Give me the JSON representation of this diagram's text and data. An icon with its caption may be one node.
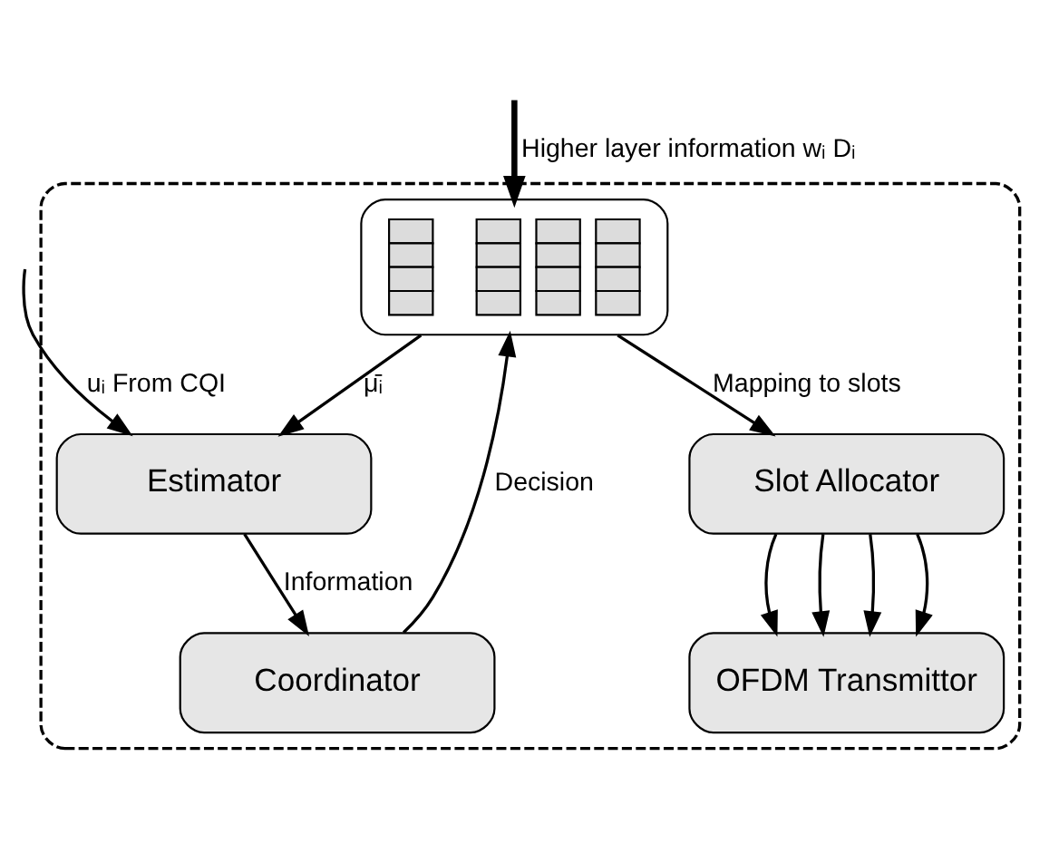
{
  "diagram": {
    "nodes": [
      {
        "text": [],
        "shape": "box"
      },
      {
        "text": [],
        "shape": "picture",
        "in": 0
      },
      {
        "text": [
          "Coordinator"
        ],
        "in": 0
      },
      {
        "text": [
          "Estimator"
        ],
        "in": 0
      },
      {
        "text": [
          "Slot Allocator"
        ],
        "in": 0
      },
      {
        "text": [
          "OFDM Transmittor"
        ],
        "in": 0
      }
    ],
    "edges": [
      {
        "from": null,
        "to": 1,
        "arrow": "to",
        "label": "Higher layer information wᵢ Dᵢ",
        "style": "thick"
      },
      {
        "from": 1,
        "to": 3,
        "arrow": "to",
        "label": "μ̄ᵢ"
      },
      {
        "from": 2,
        "to": 1,
        "arrow": "to",
        "label": "Decision"
      },
      {
        "from": 3,
        "to": 2,
        "arrow": "to",
        "label": "Information"
      },
      {
        "from": 1,
        "to": 4,
        "arrow": "to",
        "label": "Mapping to slots"
      },
      {
        "from": 4,
        "to": 5,
        "arrow": "to"
      },
      {
        "from": 4,
        "to": 5,
        "arrow": "to"
      },
      {
        "from": 4,
        "to": 5,
        "arrow": "to"
      },
      {
        "from": 4,
        "to": 5,
        "arrow": "to"
      },
      {
        "from": null,
        "to": 3,
        "arrow": "to",
        "label": "uᵢ From CQI"
      }
    ]
  }
}
